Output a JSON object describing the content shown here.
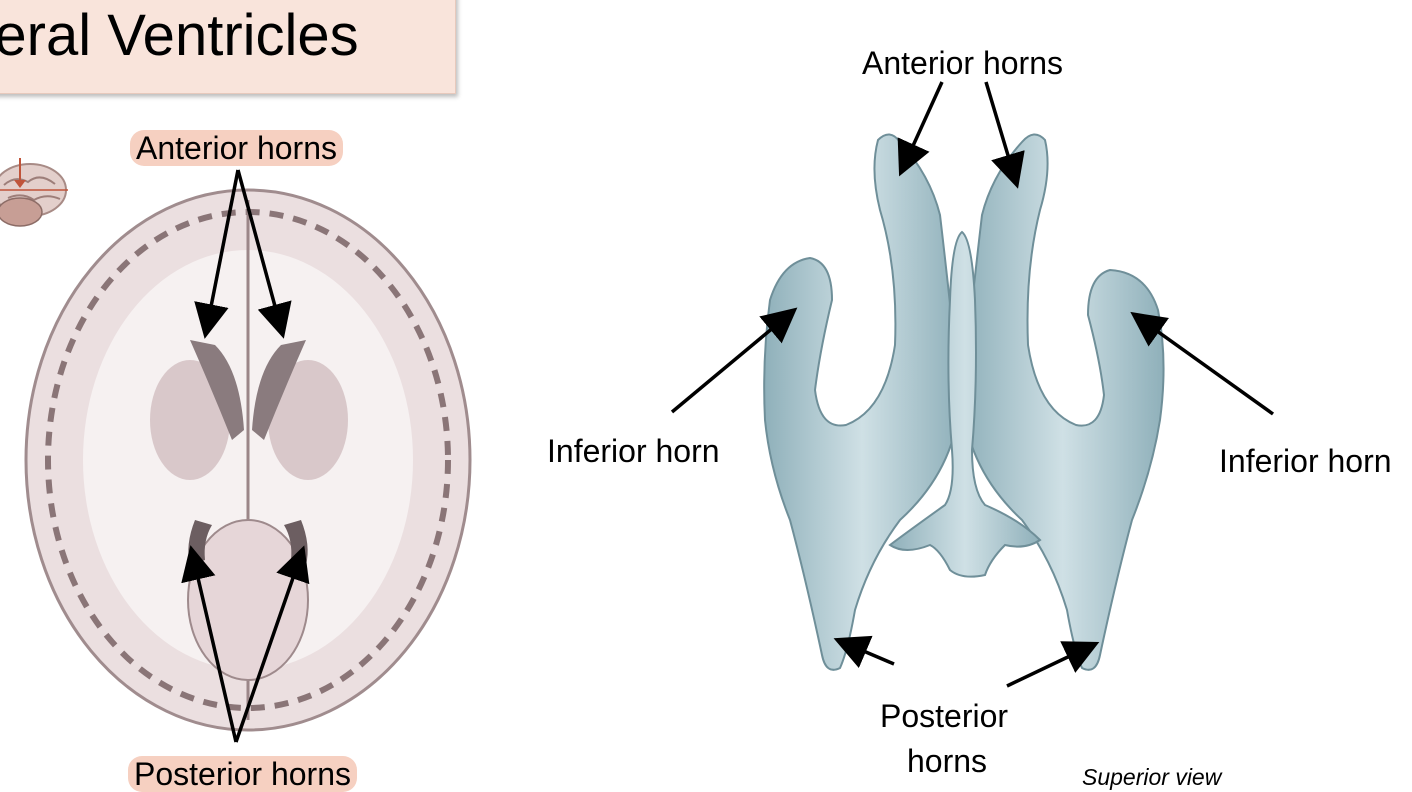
{
  "title": "ateral Ventricles",
  "left_panel": {
    "top_label": "Anterior horns",
    "bottom_label": "Posterior horns"
  },
  "right_panel": {
    "top_label": "Anterior horns",
    "left_label": "Inferior horn",
    "right_label": "Inferior horn",
    "bottom_label_line1": "Posterior",
    "bottom_label_line2": "horns",
    "caption": "Superior view"
  },
  "colors": {
    "title_bg": "#f9e4db",
    "label_highlight": "#f6d0c1",
    "brain_section": "#e9dcdc",
    "ventricle": "#a9c4cc"
  }
}
